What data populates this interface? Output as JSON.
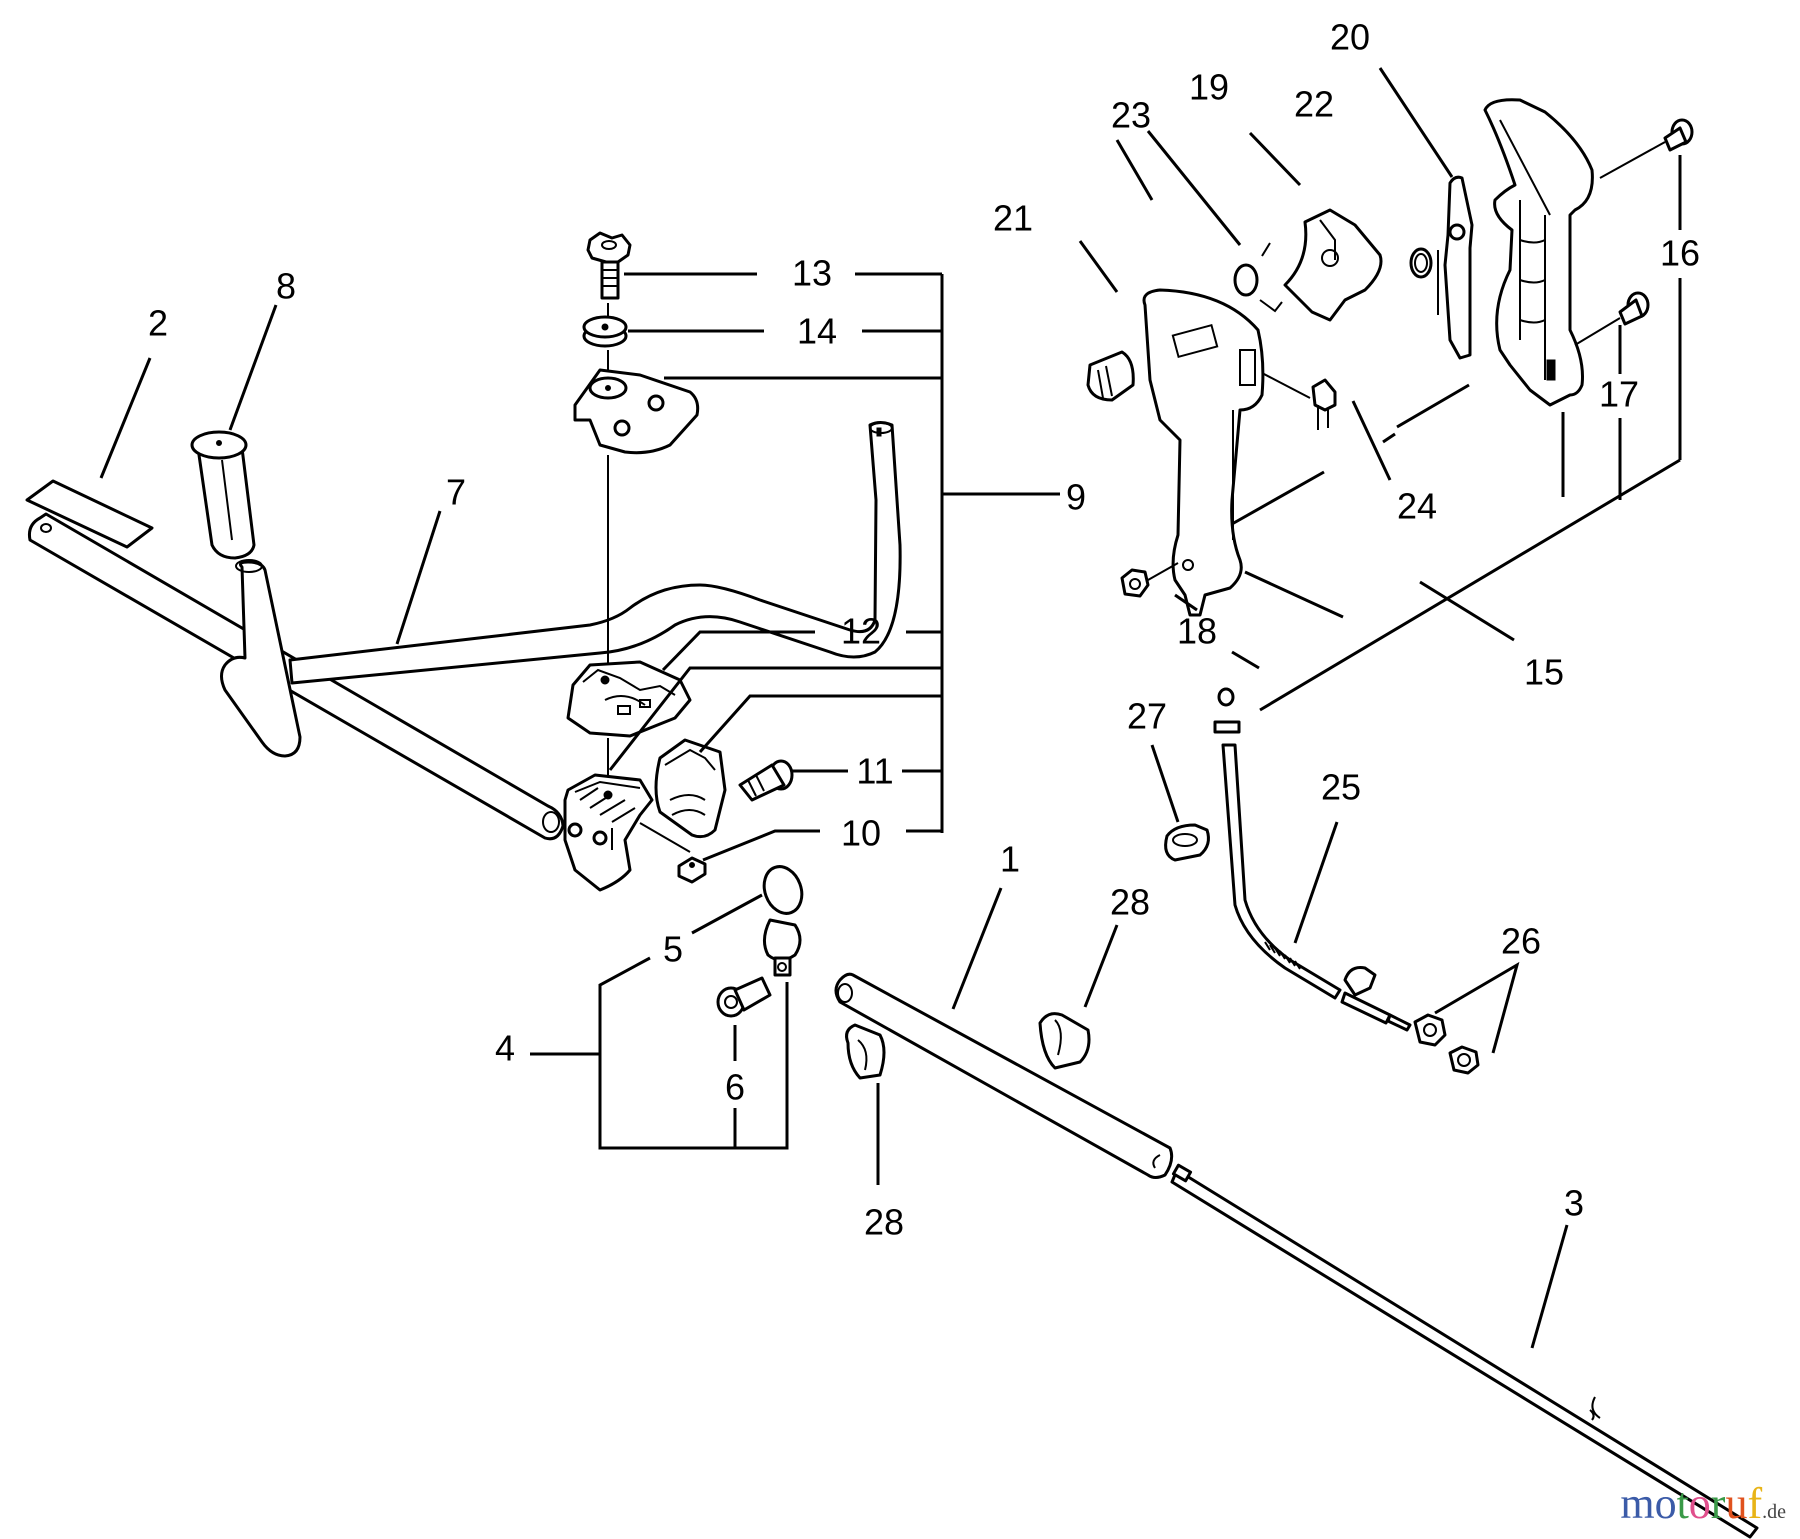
{
  "diagram": {
    "title": "Handle / Drive Shaft Parts Diagram",
    "callouts": [
      {
        "id": "c1",
        "label": "1",
        "part": "outer-tube"
      },
      {
        "id": "c2",
        "label": "2",
        "part": "decal"
      },
      {
        "id": "c3",
        "label": "3",
        "part": "drive-shaft"
      },
      {
        "id": "c4",
        "label": "4",
        "part": "clamp-assembly"
      },
      {
        "id": "c5",
        "label": "5",
        "part": "hanger-clamp"
      },
      {
        "id": "c6",
        "label": "6",
        "part": "bolt"
      },
      {
        "id": "c7",
        "label": "7",
        "part": "handlebar"
      },
      {
        "id": "c8",
        "label": "8",
        "part": "grip"
      },
      {
        "id": "c9",
        "label": "9",
        "part": "handle-bracket-assembly"
      },
      {
        "id": "c10",
        "label": "10",
        "part": "square-nut"
      },
      {
        "id": "c11",
        "label": "11",
        "part": "bolt"
      },
      {
        "id": "c12",
        "label": "12",
        "part": "upper-bracket"
      },
      {
        "id": "c13",
        "label": "13",
        "part": "knob-bolt"
      },
      {
        "id": "c14",
        "label": "14",
        "part": "washer"
      },
      {
        "id": "c15",
        "label": "15",
        "part": "throttle-handle-assembly"
      },
      {
        "id": "c16",
        "label": "16",
        "part": "screw"
      },
      {
        "id": "c17",
        "label": "17",
        "part": "screw"
      },
      {
        "id": "c18",
        "label": "18",
        "part": "nut"
      },
      {
        "id": "c19",
        "label": "19",
        "part": "throttle-lever"
      },
      {
        "id": "c20",
        "label": "20",
        "part": "throttle-lockout"
      },
      {
        "id": "c21",
        "label": "21",
        "part": "stop-switch-cover"
      },
      {
        "id": "c22",
        "label": "22",
        "part": "spring"
      },
      {
        "id": "c23",
        "label": "23",
        "part": "torsion-spring"
      },
      {
        "id": "c24",
        "label": "24",
        "part": "stop-switch"
      },
      {
        "id": "c25",
        "label": "25",
        "part": "throttle-cable"
      },
      {
        "id": "c26",
        "label": "26",
        "part": "adjuster-nuts"
      },
      {
        "id": "c27",
        "label": "27",
        "part": "cable-clip"
      },
      {
        "id": "c28a",
        "label": "28",
        "part": "wire-clamp"
      },
      {
        "id": "c28b",
        "label": "28",
        "part": "wire-clamp"
      }
    ]
  },
  "watermark": {
    "letters": [
      {
        "ch": "m",
        "color": "#3b5ba8"
      },
      {
        "ch": "o",
        "color": "#3b5ba8"
      },
      {
        "ch": "t",
        "color": "#3a9a48"
      },
      {
        "ch": "o",
        "color": "#e04f8c"
      },
      {
        "ch": "r",
        "color": "#3a9a48"
      },
      {
        "ch": "u",
        "color": "#e0521e"
      },
      {
        "ch": "f",
        "color": "#e8b417"
      }
    ],
    "tld": ".de"
  }
}
